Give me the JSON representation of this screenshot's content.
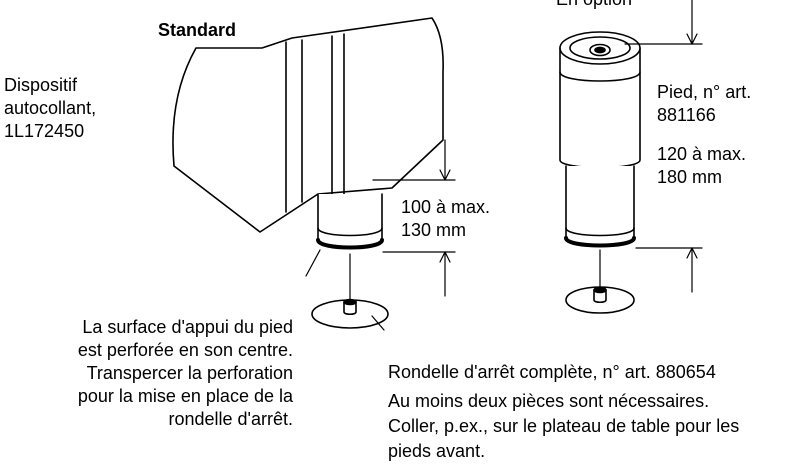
{
  "headings": {
    "standard": "Standard",
    "optional": "En option"
  },
  "left_label": [
    "Dispositif",
    "autocollant,",
    "1L172450"
  ],
  "foot_label": [
    "Pied, n° art.",
    "881166"
  ],
  "optional_height": [
    "120 à max.",
    "180 mm"
  ],
  "standard_height": [
    "100 à max.",
    "130 mm"
  ],
  "perforation_note": [
    "La surface d'appui du pied",
    "est perforée en son centre.",
    "Transpercer la perforation",
    "pour la mise en place de la",
    "rondelle d'arrêt."
  ],
  "washer_note": [
    "Rondelle d'arrêt complète, n° art. 880654",
    "Au moins deux pièces sont nécessaires.",
    "Coller, p.ex., sur le plateau de table pour les",
    "pieds avant."
  ]
}
